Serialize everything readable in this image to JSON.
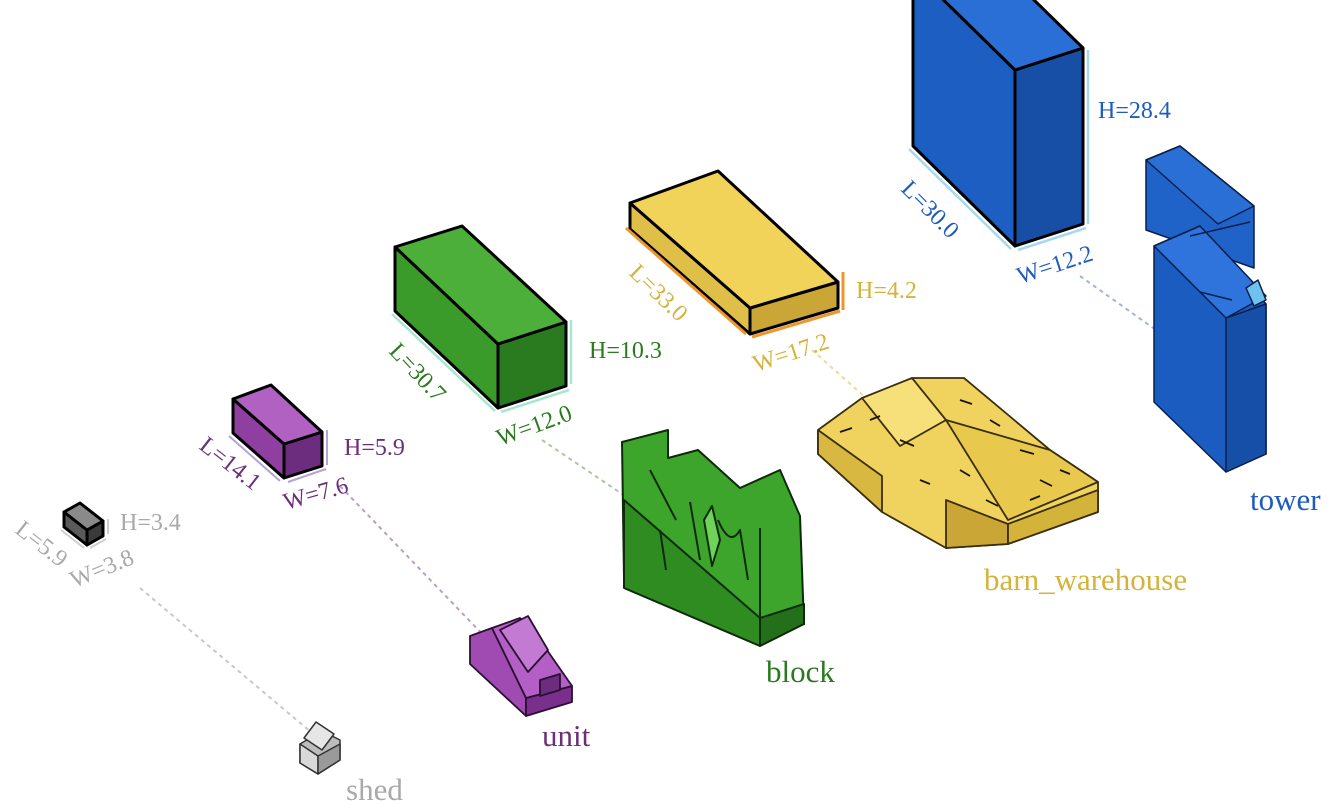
{
  "buildings": [
    {
      "id": "shed",
      "name": "shed",
      "color": "#a9a9a9",
      "box_fill": {
        "front": "#5a5a5a",
        "side": "#3a3a3a",
        "top": "#8a8a8a"
      },
      "dims": {
        "length": "L=5.9",
        "width": "W=3.8",
        "height": "H=3.4"
      }
    },
    {
      "id": "unit",
      "name": "unit",
      "color": "#6b2f7a",
      "box_fill": {
        "front": "#8f3fa0",
        "side": "#6d2d7e",
        "top": "#b061c2"
      },
      "dims": {
        "length": "L=14.1",
        "width": "W=7.6",
        "height": "H=5.9"
      }
    },
    {
      "id": "block",
      "name": "block",
      "color": "#2a7a1f",
      "box_fill": {
        "front": "#3a9a2a",
        "side": "#2a7a1f",
        "top": "#4caf3a"
      },
      "dims": {
        "length": "L=30.7",
        "width": "W=12.0",
        "height": "H=10.3"
      }
    },
    {
      "id": "barn_warehouse",
      "name": "barn_warehouse",
      "color": "#d4b33a",
      "box_fill": {
        "front": "#e0bf48",
        "side": "#c9a635",
        "top": "#f2d35a"
      },
      "dims": {
        "length": "L=33.0",
        "width": "W=17.2",
        "height": "H=4.2"
      }
    },
    {
      "id": "tower",
      "name": "tower",
      "color": "#1e5bbf",
      "box_fill": {
        "front": "#1d5ec2",
        "side": "#184fa6",
        "top": "#2a6fd6"
      },
      "dims": {
        "length": "L=30.0",
        "width": "W=12.2",
        "height": "H=28.4"
      }
    }
  ]
}
